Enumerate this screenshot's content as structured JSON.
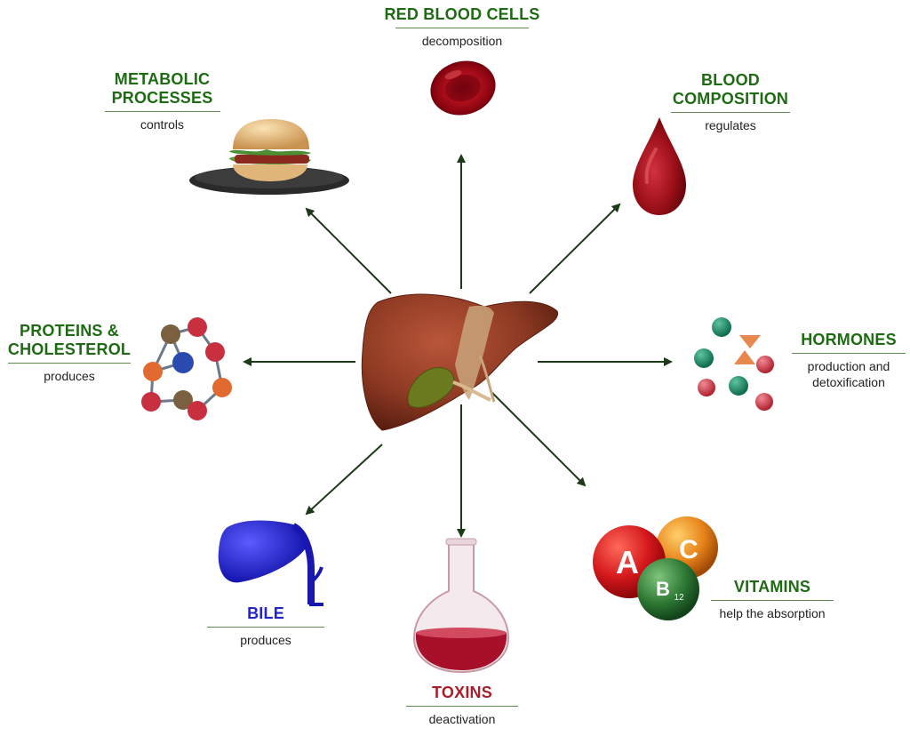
{
  "colors": {
    "green_title": "#1e6b14",
    "blue_title": "#2424c8",
    "red_title": "#a81f2b",
    "arrow": "#1c3a17",
    "liver": "#8e3a23",
    "blood": "#9a0f18"
  },
  "nodes": {
    "red_blood_cells": {
      "title": "RED BLOOD CELLS",
      "sub": "decomposition",
      "icon": "red-blood-cell-icon"
    },
    "metabolic": {
      "title": "METABOLIC PROCESSES",
      "sub": "controls",
      "icon": "burger-plate-icon"
    },
    "blood_composition": {
      "title": "BLOOD COMPOSITION",
      "sub": "regulates",
      "icon": "blood-drop-icon"
    },
    "proteins": {
      "title": "PROTEINS & CHOLESTEROL",
      "sub": "produces",
      "icon": "molecule-ring-icon"
    },
    "hormones": {
      "title": "HORMONES",
      "sub": "production and detoxification",
      "icon": "hormone-particles-icon"
    },
    "bile": {
      "title": "BILE",
      "sub": "produces",
      "icon": "gallbladder-icon"
    },
    "toxins": {
      "title": "TOXINS",
      "sub": "deactivation",
      "icon": "flask-icon"
    },
    "vitamins": {
      "title": "VITAMINS",
      "sub": "help the absorption",
      "icon": "vitamin-balls-icon",
      "balls": {
        "a": "A",
        "c": "C",
        "b": "B",
        "b_sub": "12"
      }
    }
  },
  "center": {
    "icon": "liver-icon"
  }
}
